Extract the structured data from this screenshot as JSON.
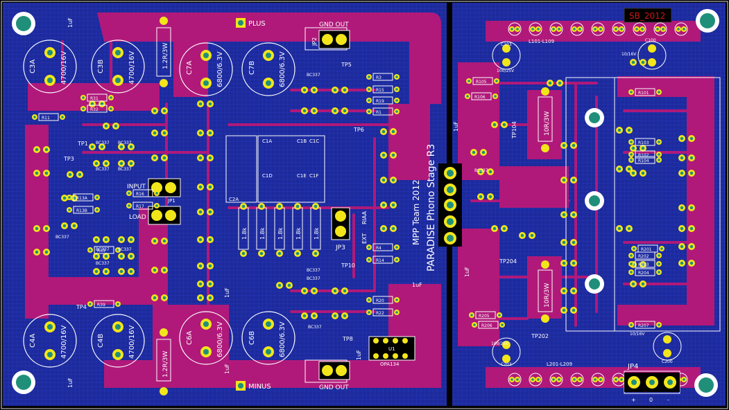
{
  "board": {
    "colors": {
      "background": "#000000",
      "ground_plane": "#1c2a9c",
      "copper_top": "#b0197a",
      "pad": "#f2e61a",
      "drill": "#1f8f7a",
      "silkscreen": "#ffffff",
      "outline": "#dcdcdc"
    },
    "corner_label": "SB_2012",
    "vertical_title": "PARADISE Phono Stage R3",
    "vertical_credit": "MPP Team 2012",
    "labels": {
      "plus": "PLUS",
      "minus": "MINUS",
      "gnd_out_top": "GND OUT",
      "gnd_out_bottom": "GND OUT",
      "input": "INPUT",
      "load": "LOAD",
      "riaa": "RIAA",
      "ext": "EXT",
      "tp1": "TP1",
      "tp3": "TP3",
      "tp4": "TP4",
      "tp5": "TP5",
      "tp6": "TP6",
      "tp8": "TP8",
      "tp10": "TP10",
      "tp104": "TP104",
      "tp202": "TP202",
      "tp204": "TP204",
      "jp1": "JP1",
      "jp2": "JP2",
      "jp3": "JP3",
      "jp4": "JP4",
      "u1": "U1",
      "opa134": "OPA134"
    },
    "capacitors_big": [
      {
        "ref": "C3A",
        "value": "4700/16V"
      },
      {
        "ref": "C3B",
        "value": "4700/16V"
      },
      {
        "ref": "C7A",
        "value": "6800/6.3V"
      },
      {
        "ref": "C7B",
        "value": "6800/6.3V"
      },
      {
        "ref": "C4A",
        "value": "4700/16V"
      },
      {
        "ref": "C4B",
        "value": "4700/16V"
      },
      {
        "ref": "C6A",
        "value": "6800/6.3V"
      },
      {
        "ref": "C6B",
        "value": "6800/6.3V"
      }
    ],
    "small_caps": [
      {
        "ref": "C103",
        "value": "100/25V"
      },
      {
        "ref": "C100",
        "value": "10/16V"
      },
      {
        "ref": "C203",
        "value": "100/25V"
      },
      {
        "ref": "C200",
        "value": "10/16V"
      }
    ],
    "resistor_3w": [
      "1.2R/3W",
      "1.2R/3W",
      "10R/3W",
      "10R/3W"
    ],
    "rriaa": [
      "1.8k",
      "1.8k",
      "1.8k",
      "1.8k",
      "1.8k"
    ],
    "cap_1uf": "1uF",
    "transistor": "BC337",
    "led_groups": [
      "L101-L109",
      "L201-L209"
    ],
    "jp4_marks": [
      "+",
      "0",
      "-"
    ],
    "resistor_refs_mid": [
      "R3",
      "R15",
      "R19",
      "R1",
      "R4",
      "R14",
      "R20",
      "R22"
    ],
    "cap_refs_matrix": [
      "C1A",
      "C1B",
      "C1C",
      "C1D",
      "C1E",
      "C1F",
      "C2A"
    ],
    "resistor_refs_right": [
      "R101",
      "R102",
      "R103",
      "R104",
      "R105",
      "R106",
      "R201",
      "R202",
      "R203",
      "R204",
      "R205",
      "R206",
      "R207"
    ],
    "resistor_refs_left": [
      "R13A",
      "R13B",
      "R16",
      "R17",
      "R11",
      "R31",
      "R32",
      "R33",
      "R39"
    ]
  }
}
